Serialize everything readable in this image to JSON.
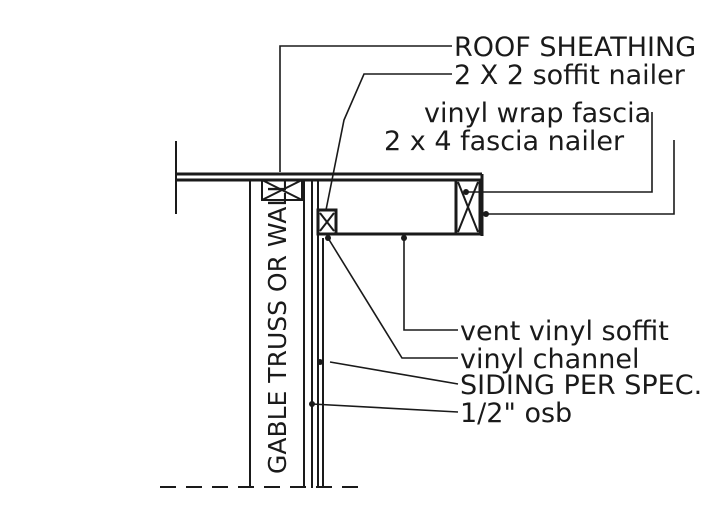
{
  "labels": {
    "roof_sheathing": "ROOF SHEATHING",
    "soffit_nailer": "2 X 2 soffit nailer",
    "vinyl_wrap_fascia": "vinyl wrap fascia",
    "fascia_nailer": "2 x 4 fascia nailer",
    "vent_vinyl_soffit": "vent vinyl soffit",
    "vinyl_channel": "vinyl channel",
    "siding": "SIDING PER SPEC.",
    "osb": "1/2\" osb",
    "gable_truss": "GABLE TRUSS OR WALL"
  },
  "colors": {
    "line": "#1a1a1a",
    "background": "#ffffff"
  }
}
